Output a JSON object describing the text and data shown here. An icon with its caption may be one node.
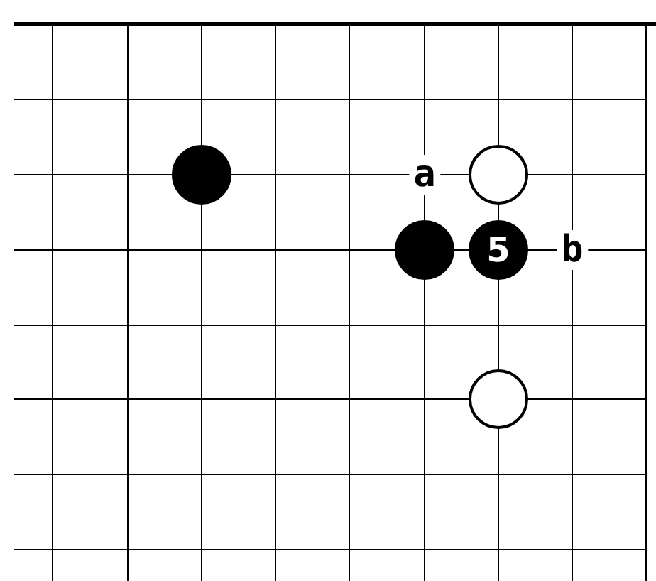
{
  "diagram": {
    "nodes": [
      {
        "text": [],
        "shape": "circle"
      },
      {
        "text": [],
        "shape": "circle"
      },
      {
        "text": [],
        "shape": "circle"
      },
      {
        "text": [
          "5"
        ]
      },
      {
        "text": [],
        "shape": "circle"
      }
    ],
    "edges": [],
    "labels": [
      "a",
      "b"
    ]
  }
}
